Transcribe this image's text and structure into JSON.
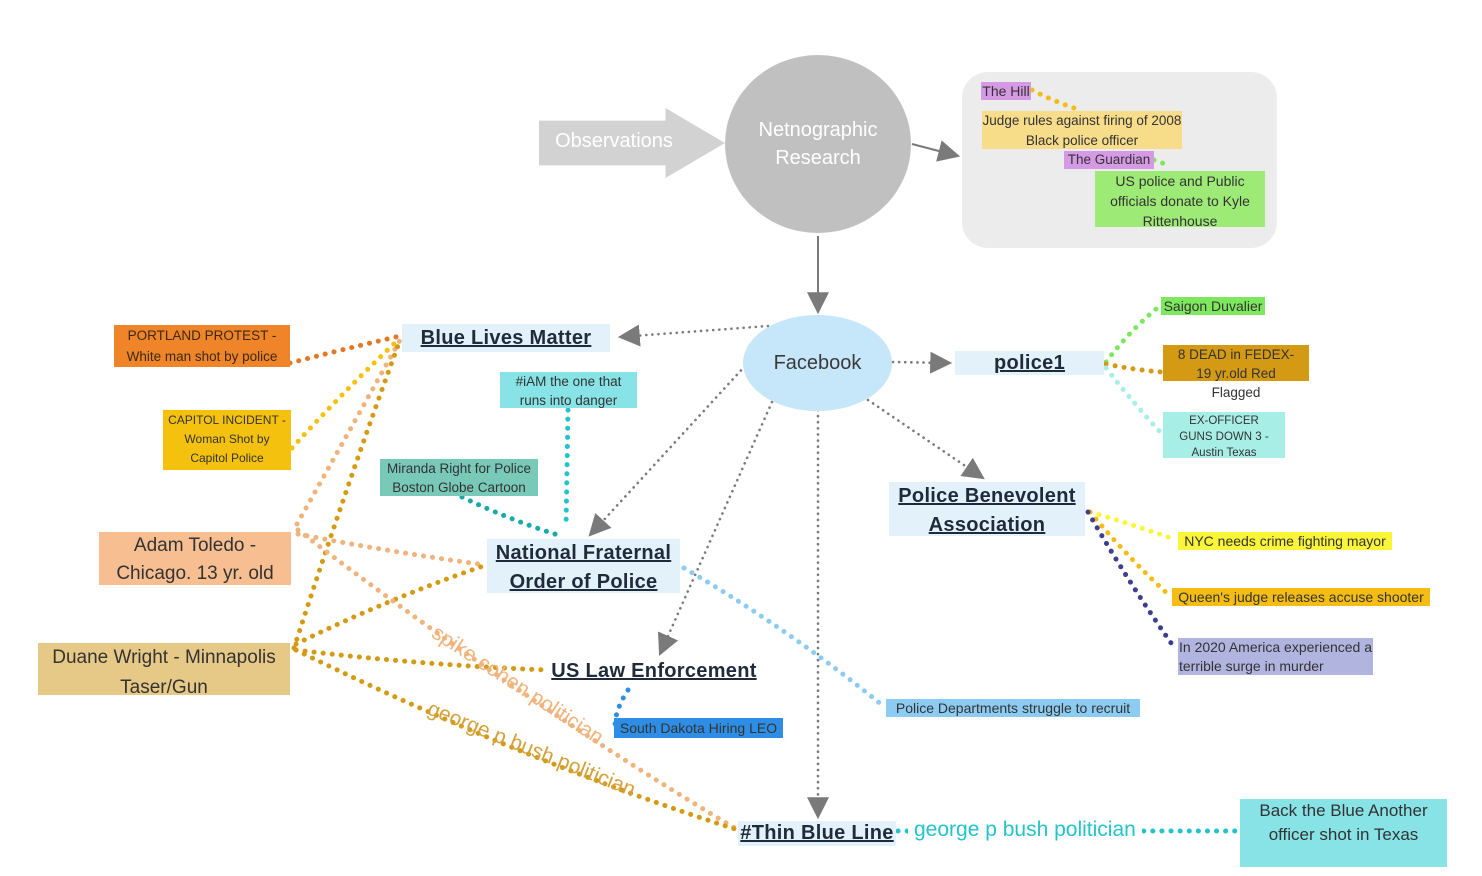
{
  "diagram": {
    "research": {
      "observations": "Observations",
      "netnographic": "Netnographic Research"
    },
    "sources": {
      "the_hill": "The Hill",
      "judge_rules": "Judge rules against firing of 2008 Black police officer",
      "the_guardian": "The Guardian",
      "us_police_donate": "US police and Public officials donate to Kyle Rittenhouse"
    },
    "facebook": "Facebook",
    "topics": {
      "blue_lives_matter": "Blue Lives Matter",
      "police1": "police1",
      "police_benevolent": "Police Benevolent Association",
      "national_fraternal": "National Fraternal Order of Police",
      "us_law_enforcement": "US Law Enforcement",
      "thin_blue_line": "#Thin Blue Line"
    },
    "notes": {
      "portland": "PORTLAND PROTEST - White man shot by police",
      "capitol": "CAPITOL INCIDENT - Woman Shot by Capitol Police",
      "adam_toledo": "Adam Toledo - Chicago. 13 yr. old",
      "duane_wright": "Duane Wright - Minnapolis Taser/Gun",
      "iam": "#iAM the one that runs into danger",
      "miranda": "Miranda Right for Police Boston Globe Cartoon",
      "saigon": "Saigon Duvalier",
      "fedex": "8 DEAD in FEDEX-19 yr.old  Red Flagged",
      "ex_officer": "EX-OFFICER GUNS DOWN 3 -  Austin Texas",
      "nyc": "NYC needs crime fighting mayor",
      "queens": "Queen's judge releases accuse shooter",
      "surge": "In 2020 America experienced a terrible surge in murder",
      "recruit": "Police Departments struggle to recruit",
      "south_dakota": "South Dakota Hiring LEO",
      "back_the_blue": "Back the Blue Another officer shot in Texas"
    },
    "edge_labels": {
      "spike_cohen": "spike cohen politician",
      "george_bush_diag": "george p bush politician",
      "george_bush_line": "george p bush politician"
    }
  },
  "colors": {
    "arrow_gray": "#7a7a7a",
    "hub_gray": "#c0c0c0",
    "facebook_blue": "#c6e6fa",
    "topic_bg": "#e3f1fb",
    "orange": "#f08428",
    "gold": "#f4c20e",
    "peach": "#f7bf91",
    "tan": "#e7c987",
    "teal": "#87e3e6",
    "sea_green": "#78c9b8",
    "light_green": "#7de85e",
    "dark_gold": "#d49a14",
    "aqua": "#a7efe6",
    "yellow": "#fbf53a",
    "amber": "#f5bd14",
    "lavender": "#b0b4df",
    "sky": "#8ccbf2",
    "blue": "#2e8ee6",
    "cyan": "#23c4c9",
    "purple": "#d69ae5",
    "pale_gold": "#f7dc8a",
    "lime": "#9eea76"
  }
}
